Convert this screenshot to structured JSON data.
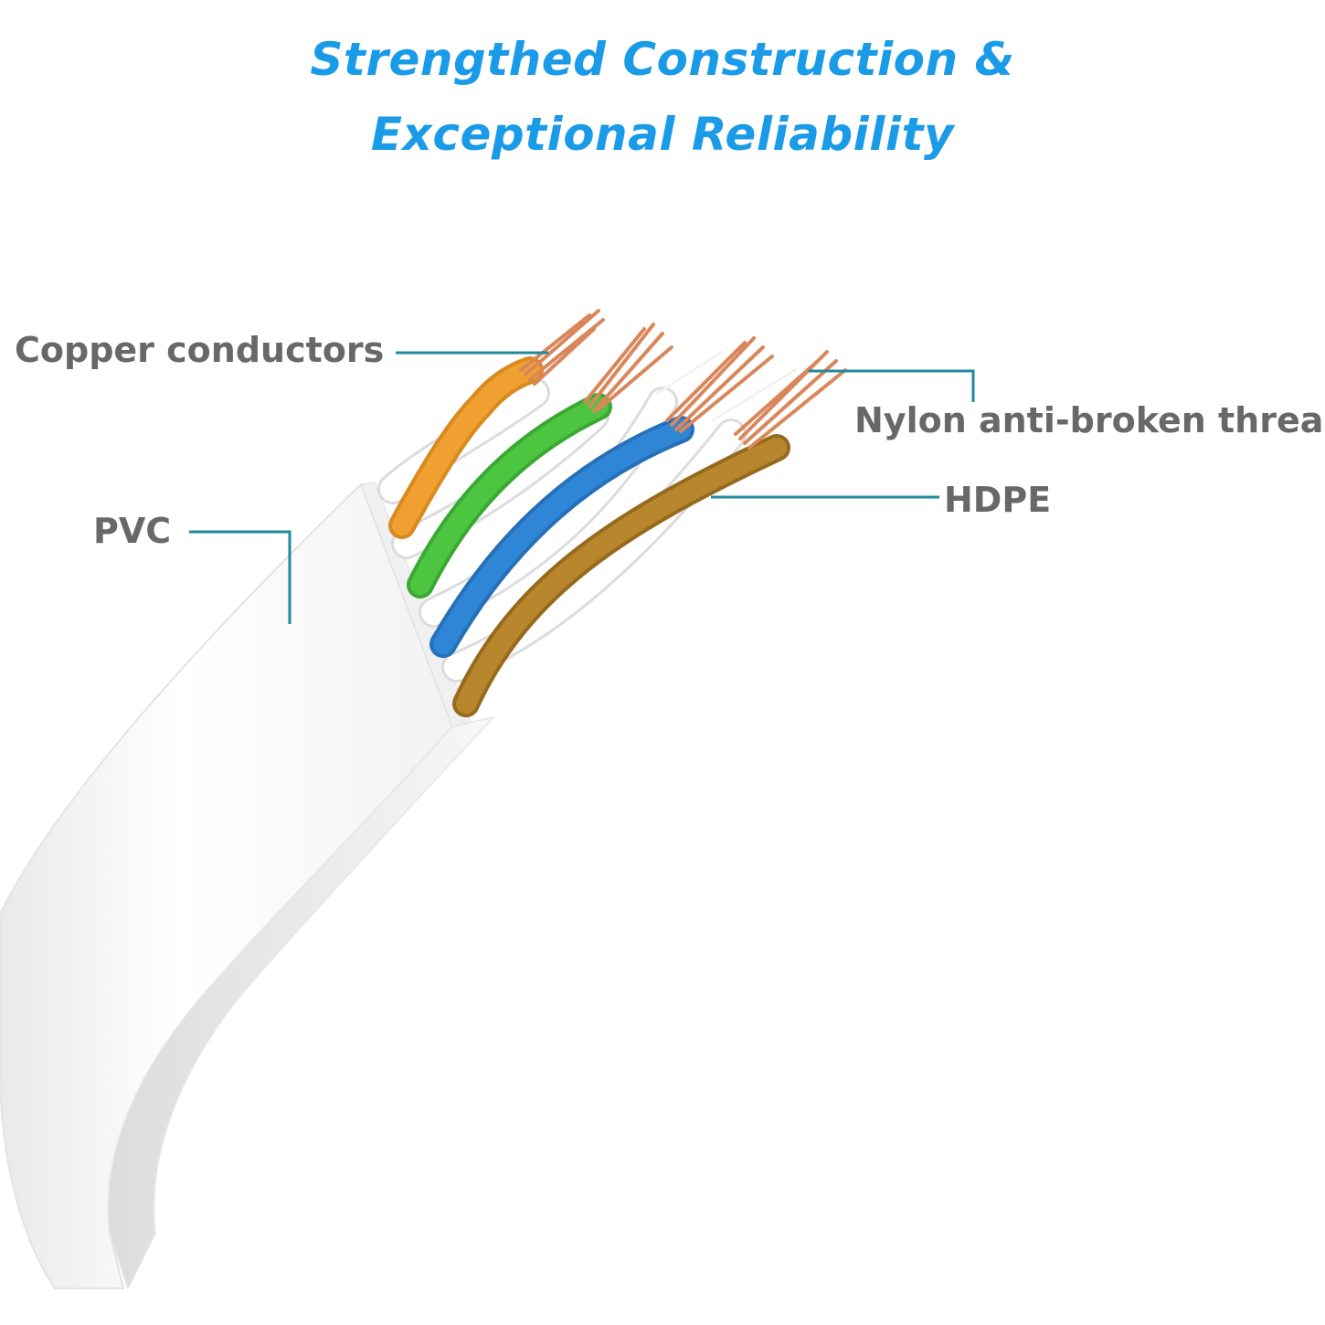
{
  "title": {
    "line1": "Strengthed Construction &",
    "line2": "Exceptional Reliability"
  },
  "labels": {
    "copper": "Copper conductors",
    "nylon": "Nylon anti-broken thread",
    "hdpe": "HDPE",
    "pvc": "PVC"
  },
  "colors": {
    "title": "#1a9be8",
    "label": "#686868",
    "leader_line": "#1f8a9c",
    "jacket": "#ffffff",
    "wire_orange": "#f0a030",
    "wire_green": "#4cc640",
    "wire_blue": "#2f86d6",
    "wire_brown": "#b8862c",
    "copper": "#d9875a"
  }
}
